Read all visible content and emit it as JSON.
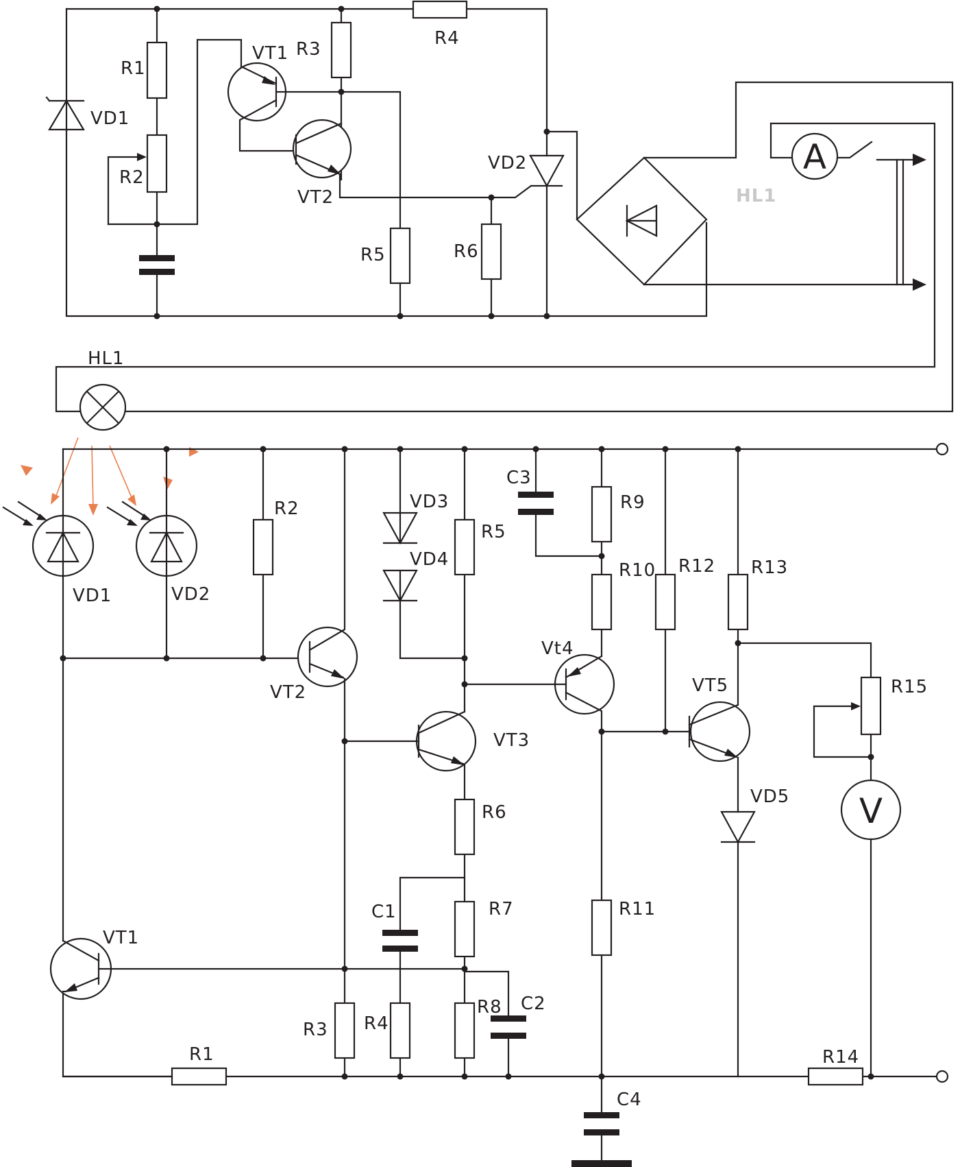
{
  "top": {
    "labels": {
      "R1": "R1",
      "R2": "R2",
      "R3": "R3",
      "R4": "R4",
      "R5": "R5",
      "R6": "R6",
      "VT1": "VT1",
      "VT2": "VT2",
      "VD1": "VD1",
      "VD2": "VD2",
      "HL1": "HL1"
    },
    "ammeter": "A"
  },
  "lamp": {
    "label": "HL1"
  },
  "bottom": {
    "labels": {
      "VD1": "VD1",
      "VD2": "VD2",
      "VD3": "VD3",
      "VD4": "VD4",
      "VD5": "VD5",
      "R1": "R1",
      "R2": "R2",
      "R3": "R3",
      "R4": "R4",
      "R5": "R5",
      "R6": "R6",
      "R7": "R7",
      "R8": "R8",
      "R9": "R9",
      "R10": "R10",
      "R11": "R11",
      "R12": "R12",
      "R13": "R13",
      "R14": "R14",
      "R15": "R15",
      "C1": "C1",
      "C2": "C2",
      "C3": "C3",
      "C4": "C4",
      "VT1": "VT1",
      "VT2": "VT2",
      "VT3": "VT3",
      "VT4": "Vt4",
      "VT5": "VT5"
    },
    "voltmeter": "V"
  },
  "colors": {
    "wire": "#231f20",
    "light_rays": "#e8804f",
    "hl1_top_label": "#c8c8c8"
  }
}
